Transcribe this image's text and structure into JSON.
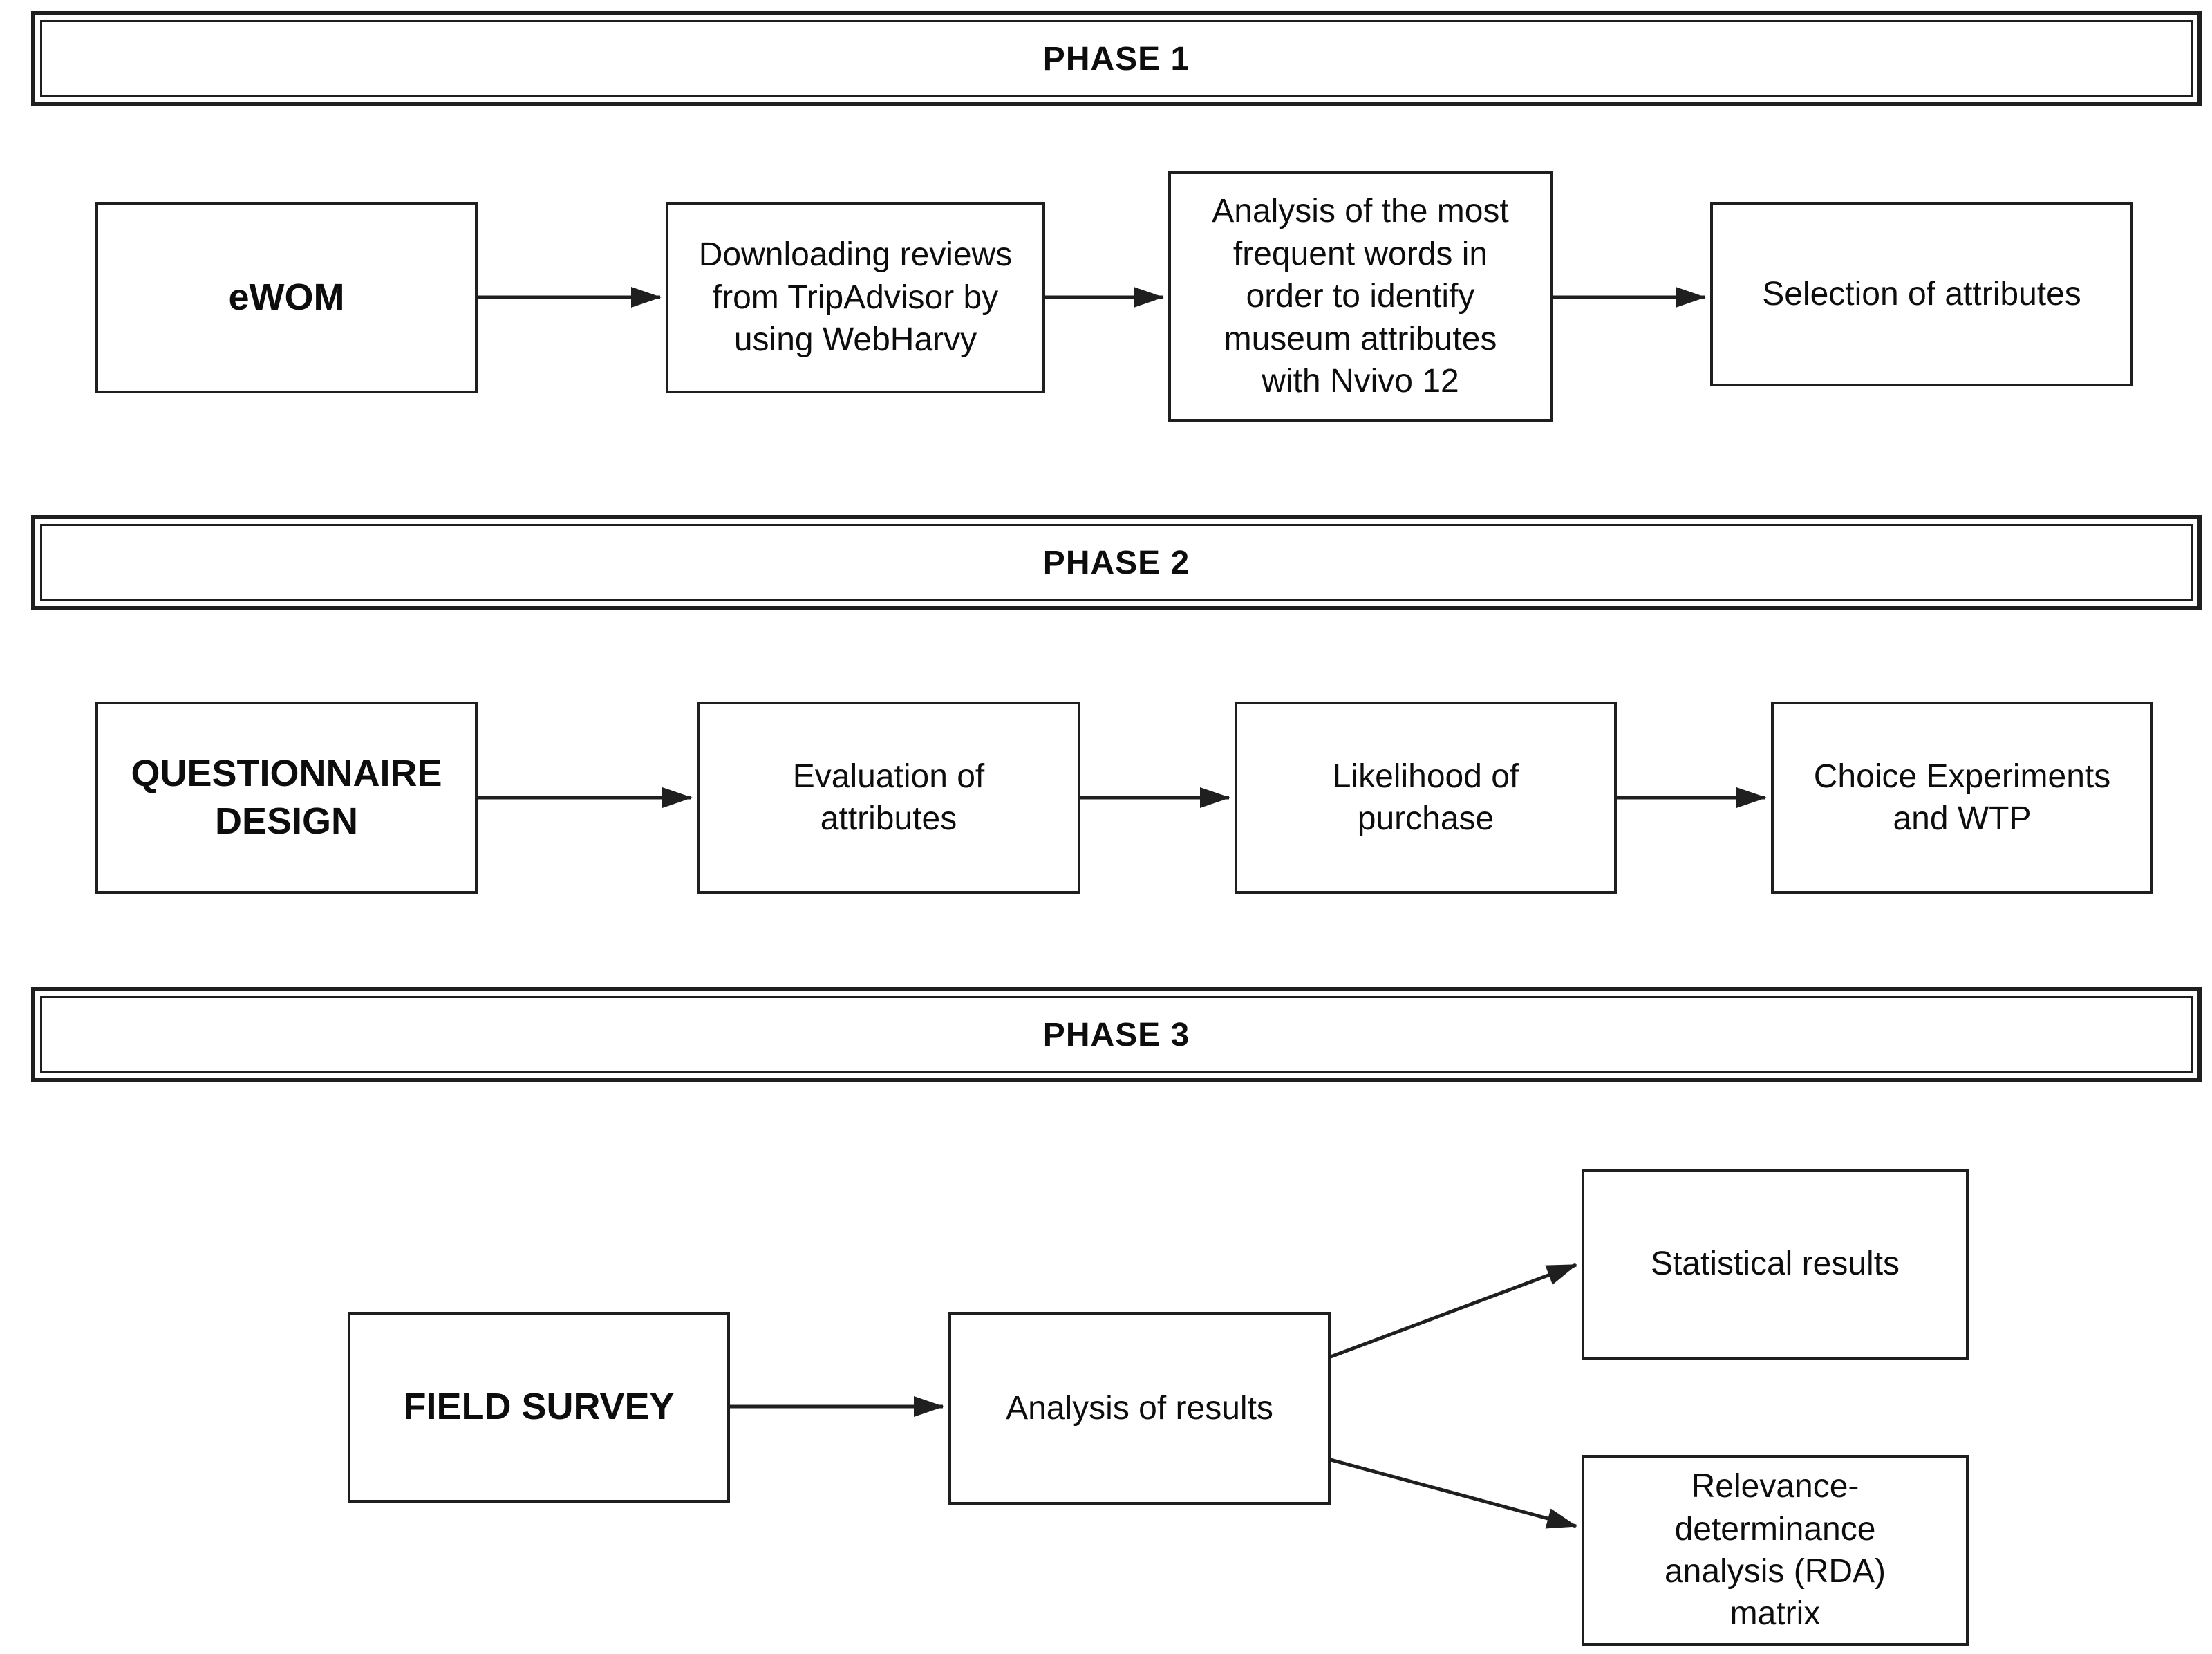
{
  "diagram": {
    "colors": {
      "background": "#ffffff",
      "border": "#1f1f1f",
      "text": "#0d0d0d"
    },
    "phases": [
      {
        "title": "PHASE 1",
        "boxes": [
          {
            "id": "ewom",
            "label": "eWOM"
          },
          {
            "id": "downloading-reviews",
            "label": "Downloading reviews\nfrom TripAdvisor by\nusing WebHarvy"
          },
          {
            "id": "word-analysis",
            "label": "Analysis of the most\nfrequent words in\norder to identify\nmuseum attributes\nwith Nvivo 12"
          },
          {
            "id": "attribute-selection",
            "label": "Selection of attributes"
          }
        ]
      },
      {
        "title": "PHASE 2",
        "boxes": [
          {
            "id": "questionnaire-design",
            "label": "QUESTIONNAIRE\nDESIGN"
          },
          {
            "id": "attribute-evaluation",
            "label": "Evaluation of\nattributes"
          },
          {
            "id": "purchase-likelihood",
            "label": "Likelihood of\npurchase"
          },
          {
            "id": "choice-experiments-wtp",
            "label": "Choice Experiments\nand WTP"
          }
        ]
      },
      {
        "title": "PHASE 3",
        "boxes": [
          {
            "id": "field-survey",
            "label": "FIELD SURVEY"
          },
          {
            "id": "results-analysis",
            "label": "Analysis of results"
          },
          {
            "id": "statistical-results",
            "label": "Statistical results"
          },
          {
            "id": "rda-matrix",
            "label": "Relevance-\ndeterminance\nanalysis (RDA)\nmatrix"
          }
        ]
      }
    ],
    "connections": [
      {
        "from": "ewom",
        "to": "downloading-reviews",
        "type": "horizontal"
      },
      {
        "from": "downloading-reviews",
        "to": "word-analysis",
        "type": "horizontal"
      },
      {
        "from": "word-analysis",
        "to": "attribute-selection",
        "type": "horizontal"
      },
      {
        "from": "questionnaire-design",
        "to": "attribute-evaluation",
        "type": "horizontal"
      },
      {
        "from": "attribute-evaluation",
        "to": "purchase-likelihood",
        "type": "horizontal"
      },
      {
        "from": "purchase-likelihood",
        "to": "choice-experiments-wtp",
        "type": "horizontal"
      },
      {
        "from": "field-survey",
        "to": "results-analysis",
        "type": "horizontal"
      },
      {
        "from": "results-analysis",
        "to": "statistical-results",
        "type": "diagonal-up"
      },
      {
        "from": "results-analysis",
        "to": "rda-matrix",
        "type": "diagonal-down"
      }
    ]
  }
}
